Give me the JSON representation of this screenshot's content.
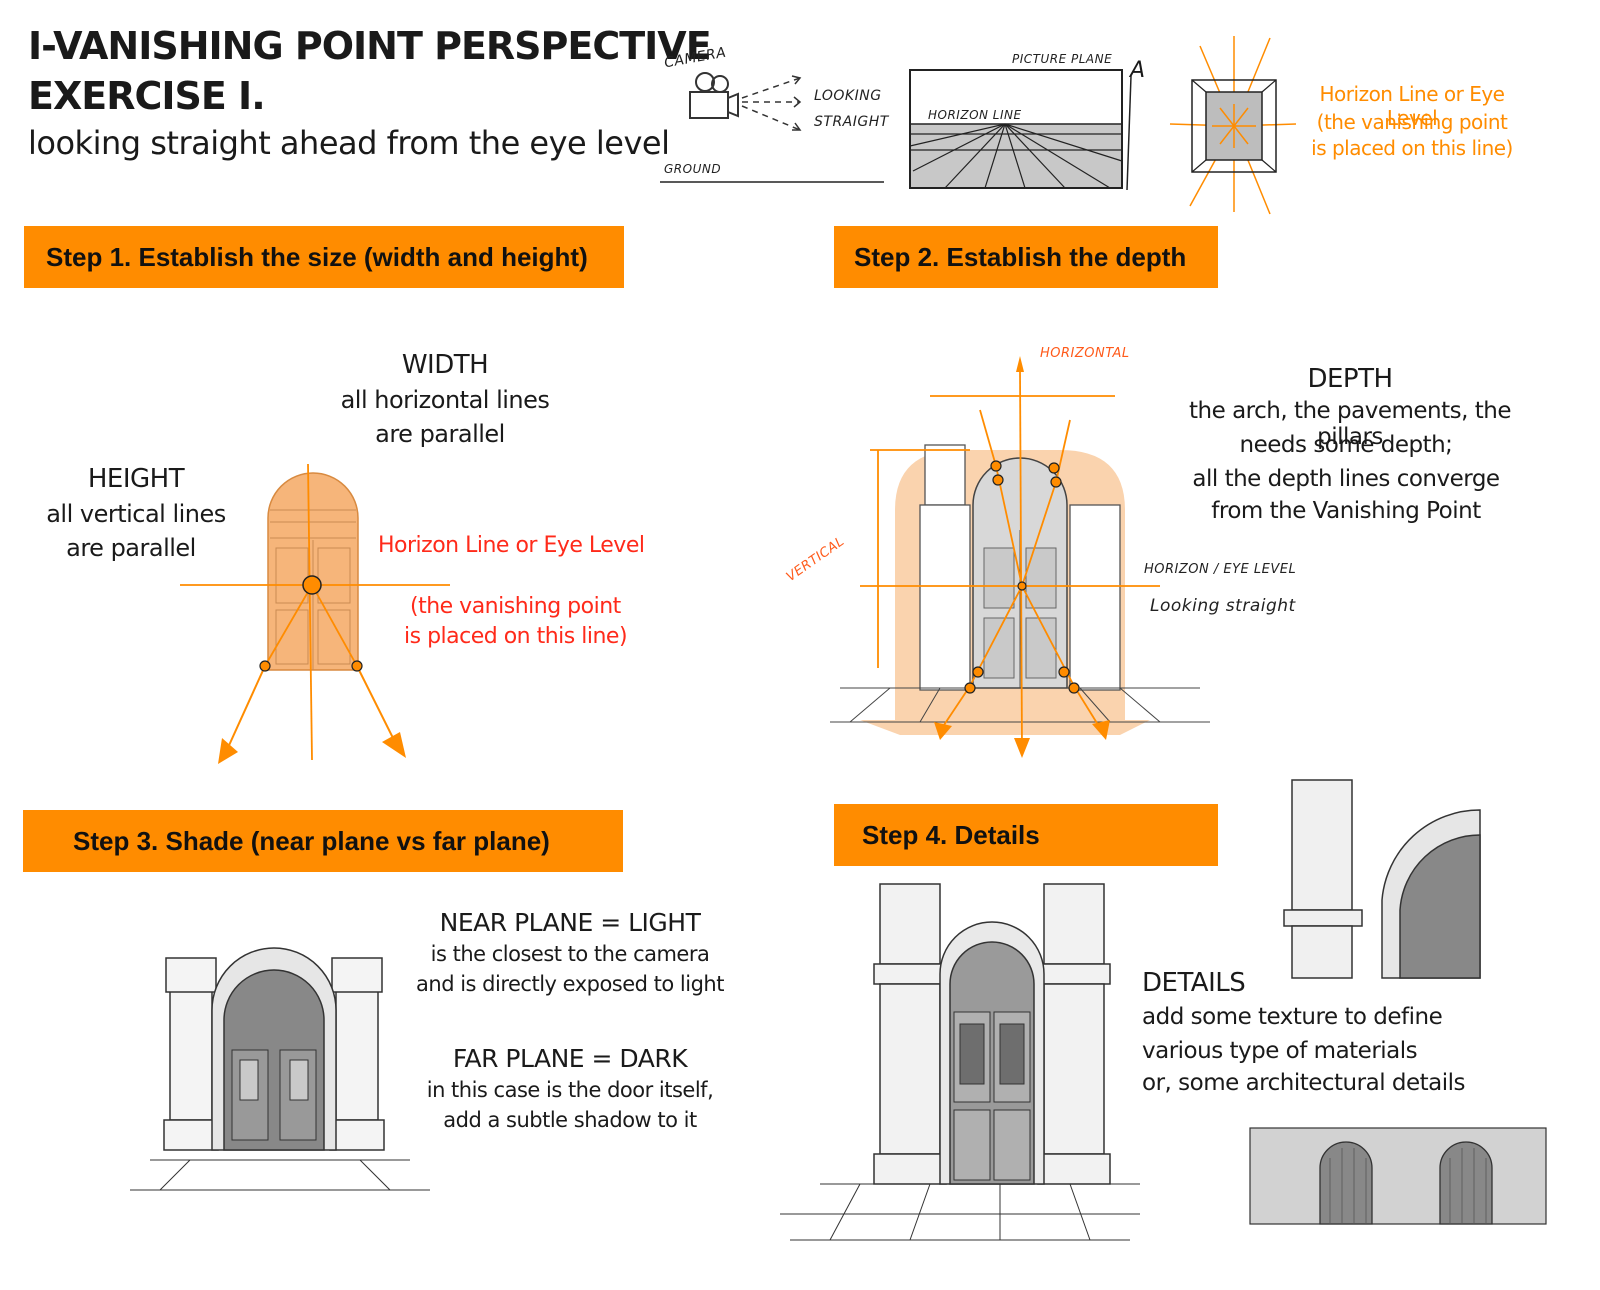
{
  "header": {
    "title_line1": "I-VANISHING POINT PERSPECTIVE",
    "title_line2": "EXERCISE I.",
    "subtitle": "looking straight ahead from the eye level"
  },
  "intro_sketch": {
    "camera": "CAMERA",
    "looking": "LOOKING",
    "straight": "STRAIGHT",
    "ground": "GROUND",
    "picture_plane": "PICTURE PLANE",
    "point_a": "A",
    "horizon_line": "HORIZON LINE",
    "vp_note_1": "Horizon Line or Eye Level",
    "vp_note_2": "(the vanishing point",
    "vp_note_3": "is placed on this line)"
  },
  "steps": {
    "step1": "Step 1. Establish the size (width and height)",
    "step2": "Step 2. Establish the depth",
    "step3": "Step 3. Shade (near plane vs far plane)",
    "step4": "Step 4. Details"
  },
  "step1_labels": {
    "width_title": "WIDTH",
    "width_1": "all horizontal lines",
    "width_2": "are parallel",
    "height_title": "HEIGHT",
    "height_1": "all vertical lines",
    "height_2": "are parallel",
    "horizon": "Horizon Line or Eye Level",
    "vp_1": "(the vanishing point",
    "vp_2": "is placed on this line)"
  },
  "step2_labels": {
    "horizontal": "HORIZONTAL",
    "vertical": "VERTICAL",
    "depth_title": "DEPTH",
    "depth_1": "the arch, the pavements, the pillars",
    "depth_2": "needs some depth;",
    "depth_3": "all the depth lines converge",
    "depth_4": "from the Vanishing Point",
    "horizon_note": "HORIZON / EYE LEVEL",
    "looking_note": "Looking straight"
  },
  "step3_labels": {
    "near_title": "NEAR PLANE = LIGHT",
    "near_1": "is the closest to the camera",
    "near_2": "and is directly exposed to light",
    "far_title": "FAR PLANE = DARK",
    "far_1": "in this case is the door itself,",
    "far_2": "add a subtle shadow to it"
  },
  "step4_labels": {
    "details_title": "DETAILS",
    "details_1": "add some texture  to define",
    "details_2": "various type of materials",
    "details_3": "or, some architectural details"
  },
  "colors": {
    "accent": "#ff8c00",
    "red": "#ff2a1a",
    "light_orange": "#f6b57a",
    "gray": "#c8c8c8"
  }
}
